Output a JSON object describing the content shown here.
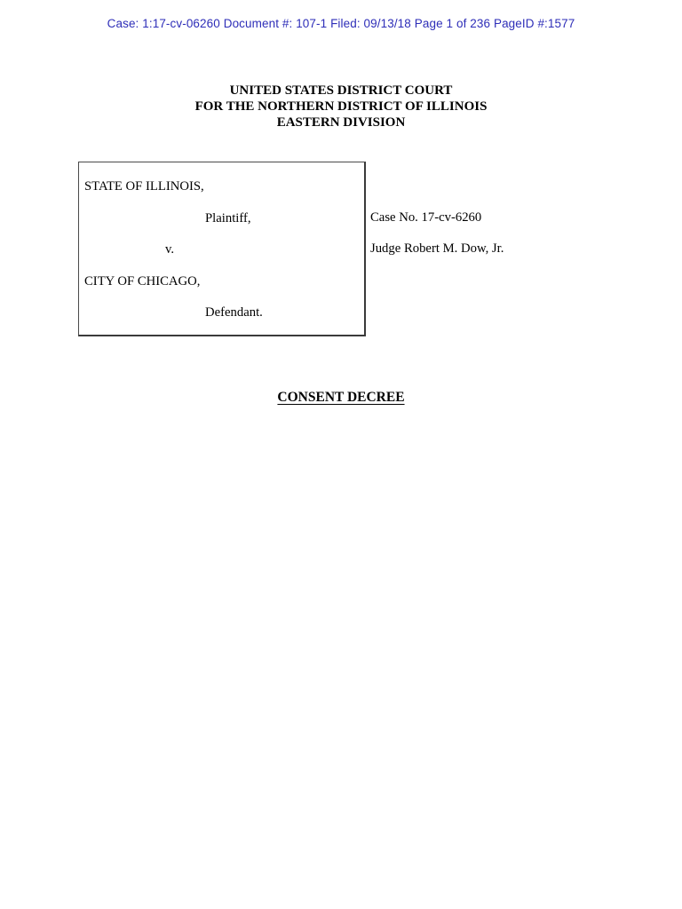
{
  "colors": {
    "ecf_header_blue": "#2e2eb8",
    "body_text": "#000000",
    "caption_box_border": "#3a3a3a",
    "page_background": "#ffffff"
  },
  "ecf_header": {
    "text": "Case: 1:17-cv-06260 Document #: 107-1 Filed: 09/13/18 Page 1 of 236 PageID #:1577"
  },
  "court_heading": {
    "line1": "UNITED STATES DISTRICT COURT",
    "line2": "FOR THE NORTHERN DISTRICT OF ILLINOIS",
    "line3": "EASTERN DIVISION"
  },
  "caption": {
    "plaintiff_name": "STATE OF ILLINOIS,",
    "plaintiff_role": "Plaintiff,",
    "versus": "v.",
    "defendant_name": "CITY OF CHICAGO,",
    "defendant_role": "Defendant."
  },
  "case_info": {
    "case_number": "Case No. 17-cv-6260",
    "judge": "Judge Robert M. Dow, Jr."
  },
  "document_title": "CONSENT DECREE"
}
